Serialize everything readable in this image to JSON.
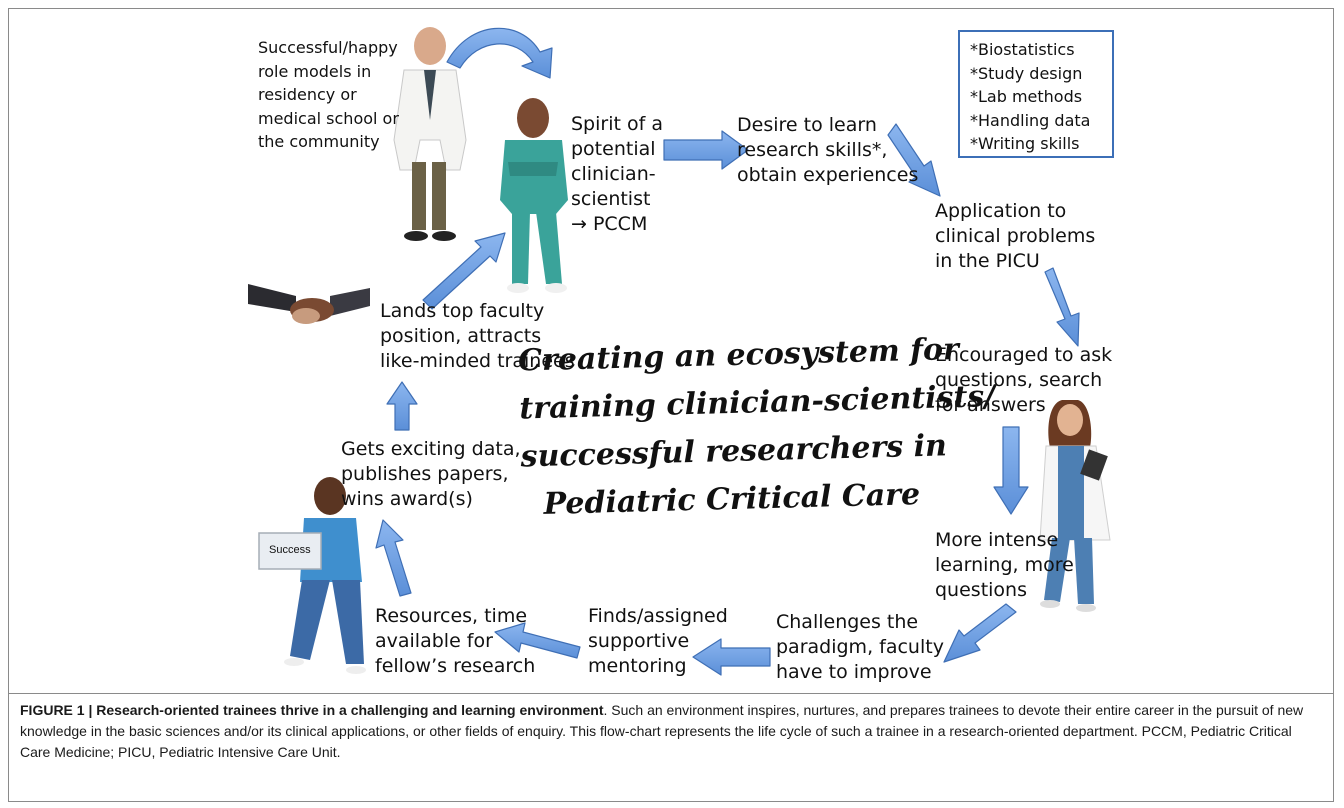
{
  "diagram": {
    "role_models": "Successful/happy\nrole models in\nresidency or\nmedical school or\nthe community",
    "spirit": "Spirit of a\npotential\nclinician-\nscientist\n→ PCCM",
    "desire": "Desire to learn\nresearch skills*,\nobtain experiences",
    "skills": [
      "*Biostatistics",
      "*Study design",
      "*Lab methods",
      "*Handling data",
      "*Writing skills"
    ],
    "application": "Application to\nclinical problems\nin the PICU",
    "encouraged": "Encouraged to ask\nquestions, search\nfor answers",
    "more_intense": "More intense\nlearning, more\nquestions",
    "challenges": "Challenges the\nparadigm, faculty\nhave to improve",
    "finds": "Finds/assigned\nsupportive\nmentoring",
    "resources": "Resources, time\navailable for\nfellow’s research",
    "gets_data": "Gets exciting data,\npublishes papers,\nwins award(s)",
    "lands": "Lands top faculty\nposition, attracts\nlike-minded trainees",
    "center_title": [
      "Creating an ecosystem for",
      "training clinician-scientists/",
      "successful researchers in",
      "Pediatric Critical Care"
    ],
    "success_sign": "Success"
  },
  "caption": {
    "lead": "FIGURE 1 | Research-oriented trainees thrive in a challenging and learning environment",
    "body": ". Such an environment inspires, nurtures, and prepares trainees to devote their entire career in the pursuit of new knowledge in the basic sciences and/or its clinical applications, or other fields of enquiry. This flow-chart represents the life cycle of such a trainee in a research-oriented department. PCCM, Pediatric Critical Care Medicine; PICU, Pediatric Intensive Care Unit."
  },
  "colors": {
    "arrow_fill": "#6d9de0",
    "arrow_stroke": "#3f6fb5",
    "box_border": "#3c6fb7"
  }
}
